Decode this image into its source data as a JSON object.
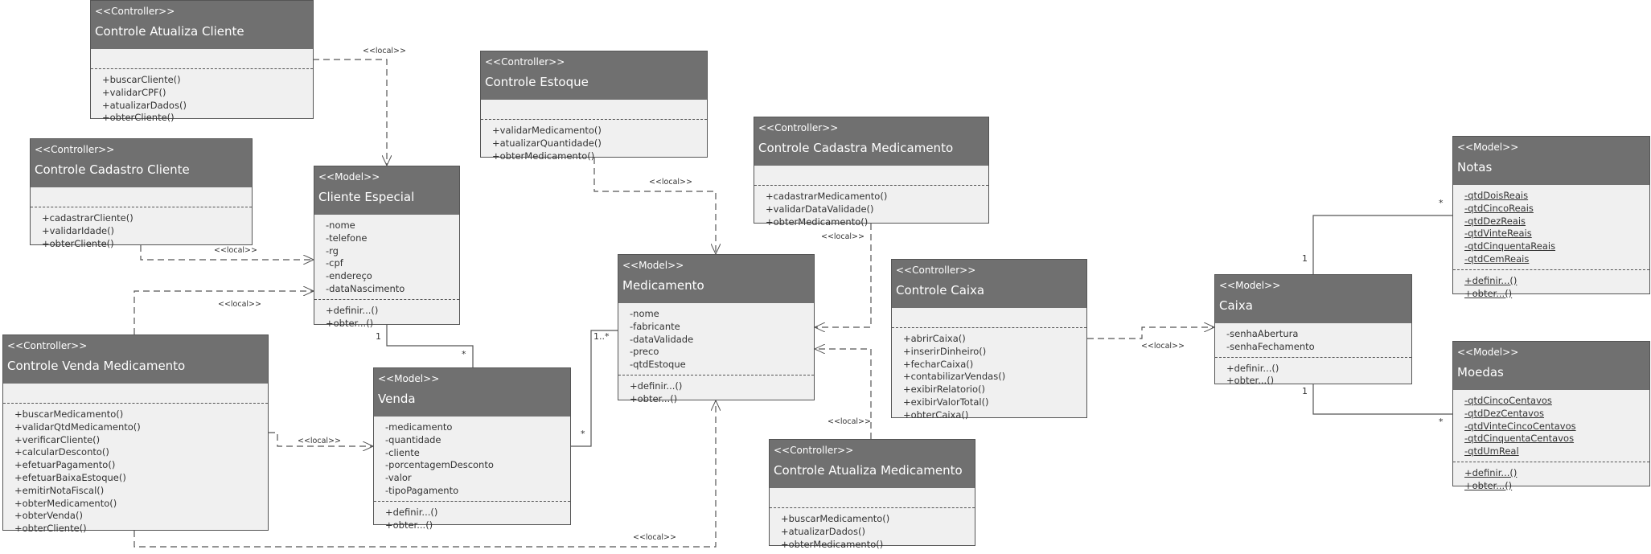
{
  "classes": {
    "atualiza_cliente": {
      "stereotype": "<<Controller>>",
      "name": "Controle Atualiza Cliente",
      "attributes": [],
      "methods": [
        "+buscarCliente()",
        "+validarCPF()",
        "+atualizarDados()",
        "+obterCliente()"
      ]
    },
    "cadastro_cliente": {
      "stereotype": "<<Controller>>",
      "name": "Controle Cadastro Cliente",
      "attributes": [],
      "methods": [
        "+cadastrarCliente()",
        "+validarIdade()",
        "+obterCliente()"
      ]
    },
    "cliente_especial": {
      "stereotype": "<<Model>>",
      "name": "Cliente Especial",
      "attributes": [
        "-nome",
        "-telefone",
        "-rg",
        "-cpf",
        "-endereço",
        "-dataNascimento"
      ],
      "methods": [
        "+definir...()",
        "+obter...()"
      ]
    },
    "venda_medicamento": {
      "stereotype": "<<Controller>>",
      "name": "Controle Venda Medicamento",
      "attributes": [],
      "methods": [
        "+buscarMedicamento()",
        "+validarQtdMedicamento()",
        "+verificarCliente()",
        "+calcularDesconto()",
        "+efetuarPagamento()",
        "+efetuarBaixaEstoque()",
        "+emitirNotaFiscal()",
        "+obterMedicamento()",
        "+obterVenda()",
        "+obterCliente()"
      ]
    },
    "venda": {
      "stereotype": "<<Model>>",
      "name": "Venda",
      "attributes": [
        "-medicamento",
        "-quantidade",
        "-cliente",
        "-porcentagemDesconto",
        "-valor",
        "-tipoPagamento"
      ],
      "methods": [
        "+definir...()",
        "+obter...()"
      ]
    },
    "estoque": {
      "stereotype": "<<Controller>>",
      "name": "Controle Estoque",
      "attributes": [],
      "methods": [
        "+validarMedicamento()",
        "+atualizarQuantidade()",
        "+obterMedicamento()"
      ]
    },
    "medicamento": {
      "stereotype": "<<Model>>",
      "name": "Medicamento",
      "attributes": [
        "-nome",
        "-fabricante",
        "-dataValidade",
        "-preco",
        "-qtdEstoque"
      ],
      "methods": [
        "+definir...()",
        "+obter...()"
      ]
    },
    "cadastra_medicamento": {
      "stereotype": "<<Controller>>",
      "name": "Controle Cadastra Medicamento",
      "attributes": [],
      "methods": [
        "+cadastrarMedicamento()",
        "+validarDataValidade()",
        "+obterMedicamento()"
      ]
    },
    "caixa_ctrl": {
      "stereotype": "<<Controller>>",
      "name": "Controle Caixa",
      "attributes": [],
      "methods": [
        "+abrirCaixa()",
        "+inserirDinheiro()",
        "+fecharCaixa()",
        "+contabilizarVendas()",
        "+exibirRelatorio()",
        "+exibirValorTotal()",
        "+obterCaixa()"
      ]
    },
    "atualiza_medicamento": {
      "stereotype": "<<Controller>>",
      "name": "Controle Atualiza Medicamento",
      "attributes": [],
      "methods": [
        "+buscarMedicamento()",
        "+atualizarDados()",
        "+obterMedicamento()"
      ]
    },
    "caixa": {
      "stereotype": "<<Model>>",
      "name": "Caixa",
      "attributes": [
        "-senhaAbertura",
        "-senhaFechamento"
      ],
      "methods": [
        "+definir...()",
        "+obter...()"
      ]
    },
    "notas": {
      "stereotype": "<<Model>>",
      "name": "Notas",
      "attributes": [
        "-qtdDoisReais",
        "-qtdCincoReais",
        "-qtdDezReais",
        "-qtdVinteReais",
        "-qtdCinquentaReais",
        "-qtdCemReais"
      ],
      "methods": [
        "+definir...()",
        "+obter...()"
      ]
    },
    "moedas": {
      "stereotype": "<<Model>>",
      "name": "Moedas",
      "attributes": [
        "-qtdCincoCentavos",
        "-qtdDezCentavos",
        "-qtdVinteCincoCentavos",
        "-qtdCinquentaCentavos",
        "-qtdUmReal"
      ],
      "methods": [
        "+definir...()",
        "+obter...()"
      ]
    }
  },
  "labels": {
    "local": "<<local>>",
    "one": "1",
    "many": "*",
    "one_many": "1..*"
  },
  "colors": {
    "header": "#707070",
    "body": "#f0f0f0",
    "line": "#555555"
  }
}
